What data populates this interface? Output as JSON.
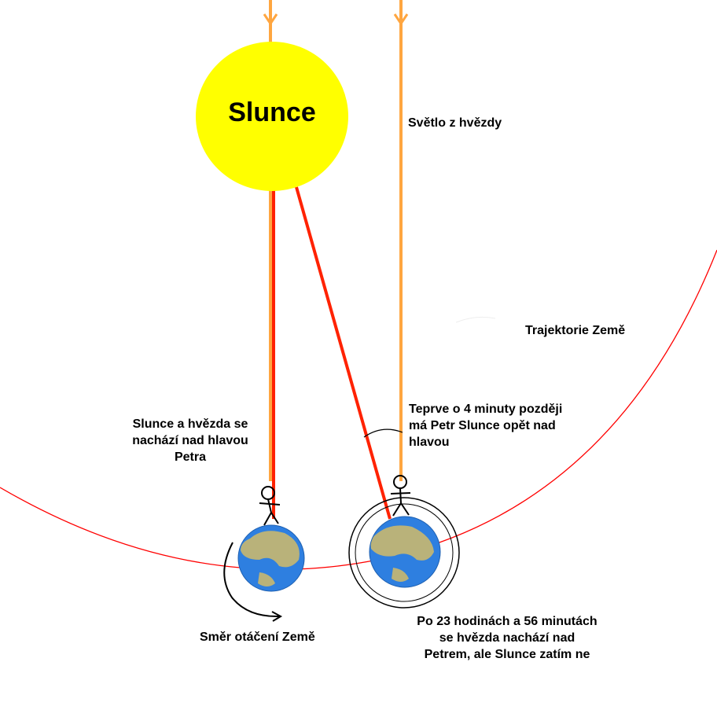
{
  "labels": {
    "sun": "Slunce",
    "star_light": "Světlo z hvězdy",
    "earth_orbit": "Trajektorie Země",
    "left_note": [
      "Slunce a hvězda se",
      "nachází nad hlavou",
      "Petra"
    ],
    "right_note": [
      "Teprve o 4 minuty později",
      "má Petr Slunce opět nad",
      "hlavou"
    ],
    "rotation": "Směr otáčení Země",
    "bottom_note": [
      "Po 23 hodinách a 56 minutách",
      "se hvězda nachází nad",
      "Petrem, ale Slunce zatím ne"
    ]
  },
  "colors": {
    "sun": "#ffff00",
    "sun_ray": "#ff2200",
    "star_light": "#ffa640",
    "orbit": "#ff0000",
    "ocean": "#2e7fe0",
    "land": "#b9b27a"
  },
  "icons": [
    "sun",
    "star-light-arrow",
    "earth-globe",
    "stick-figure",
    "rotation-arrow"
  ]
}
